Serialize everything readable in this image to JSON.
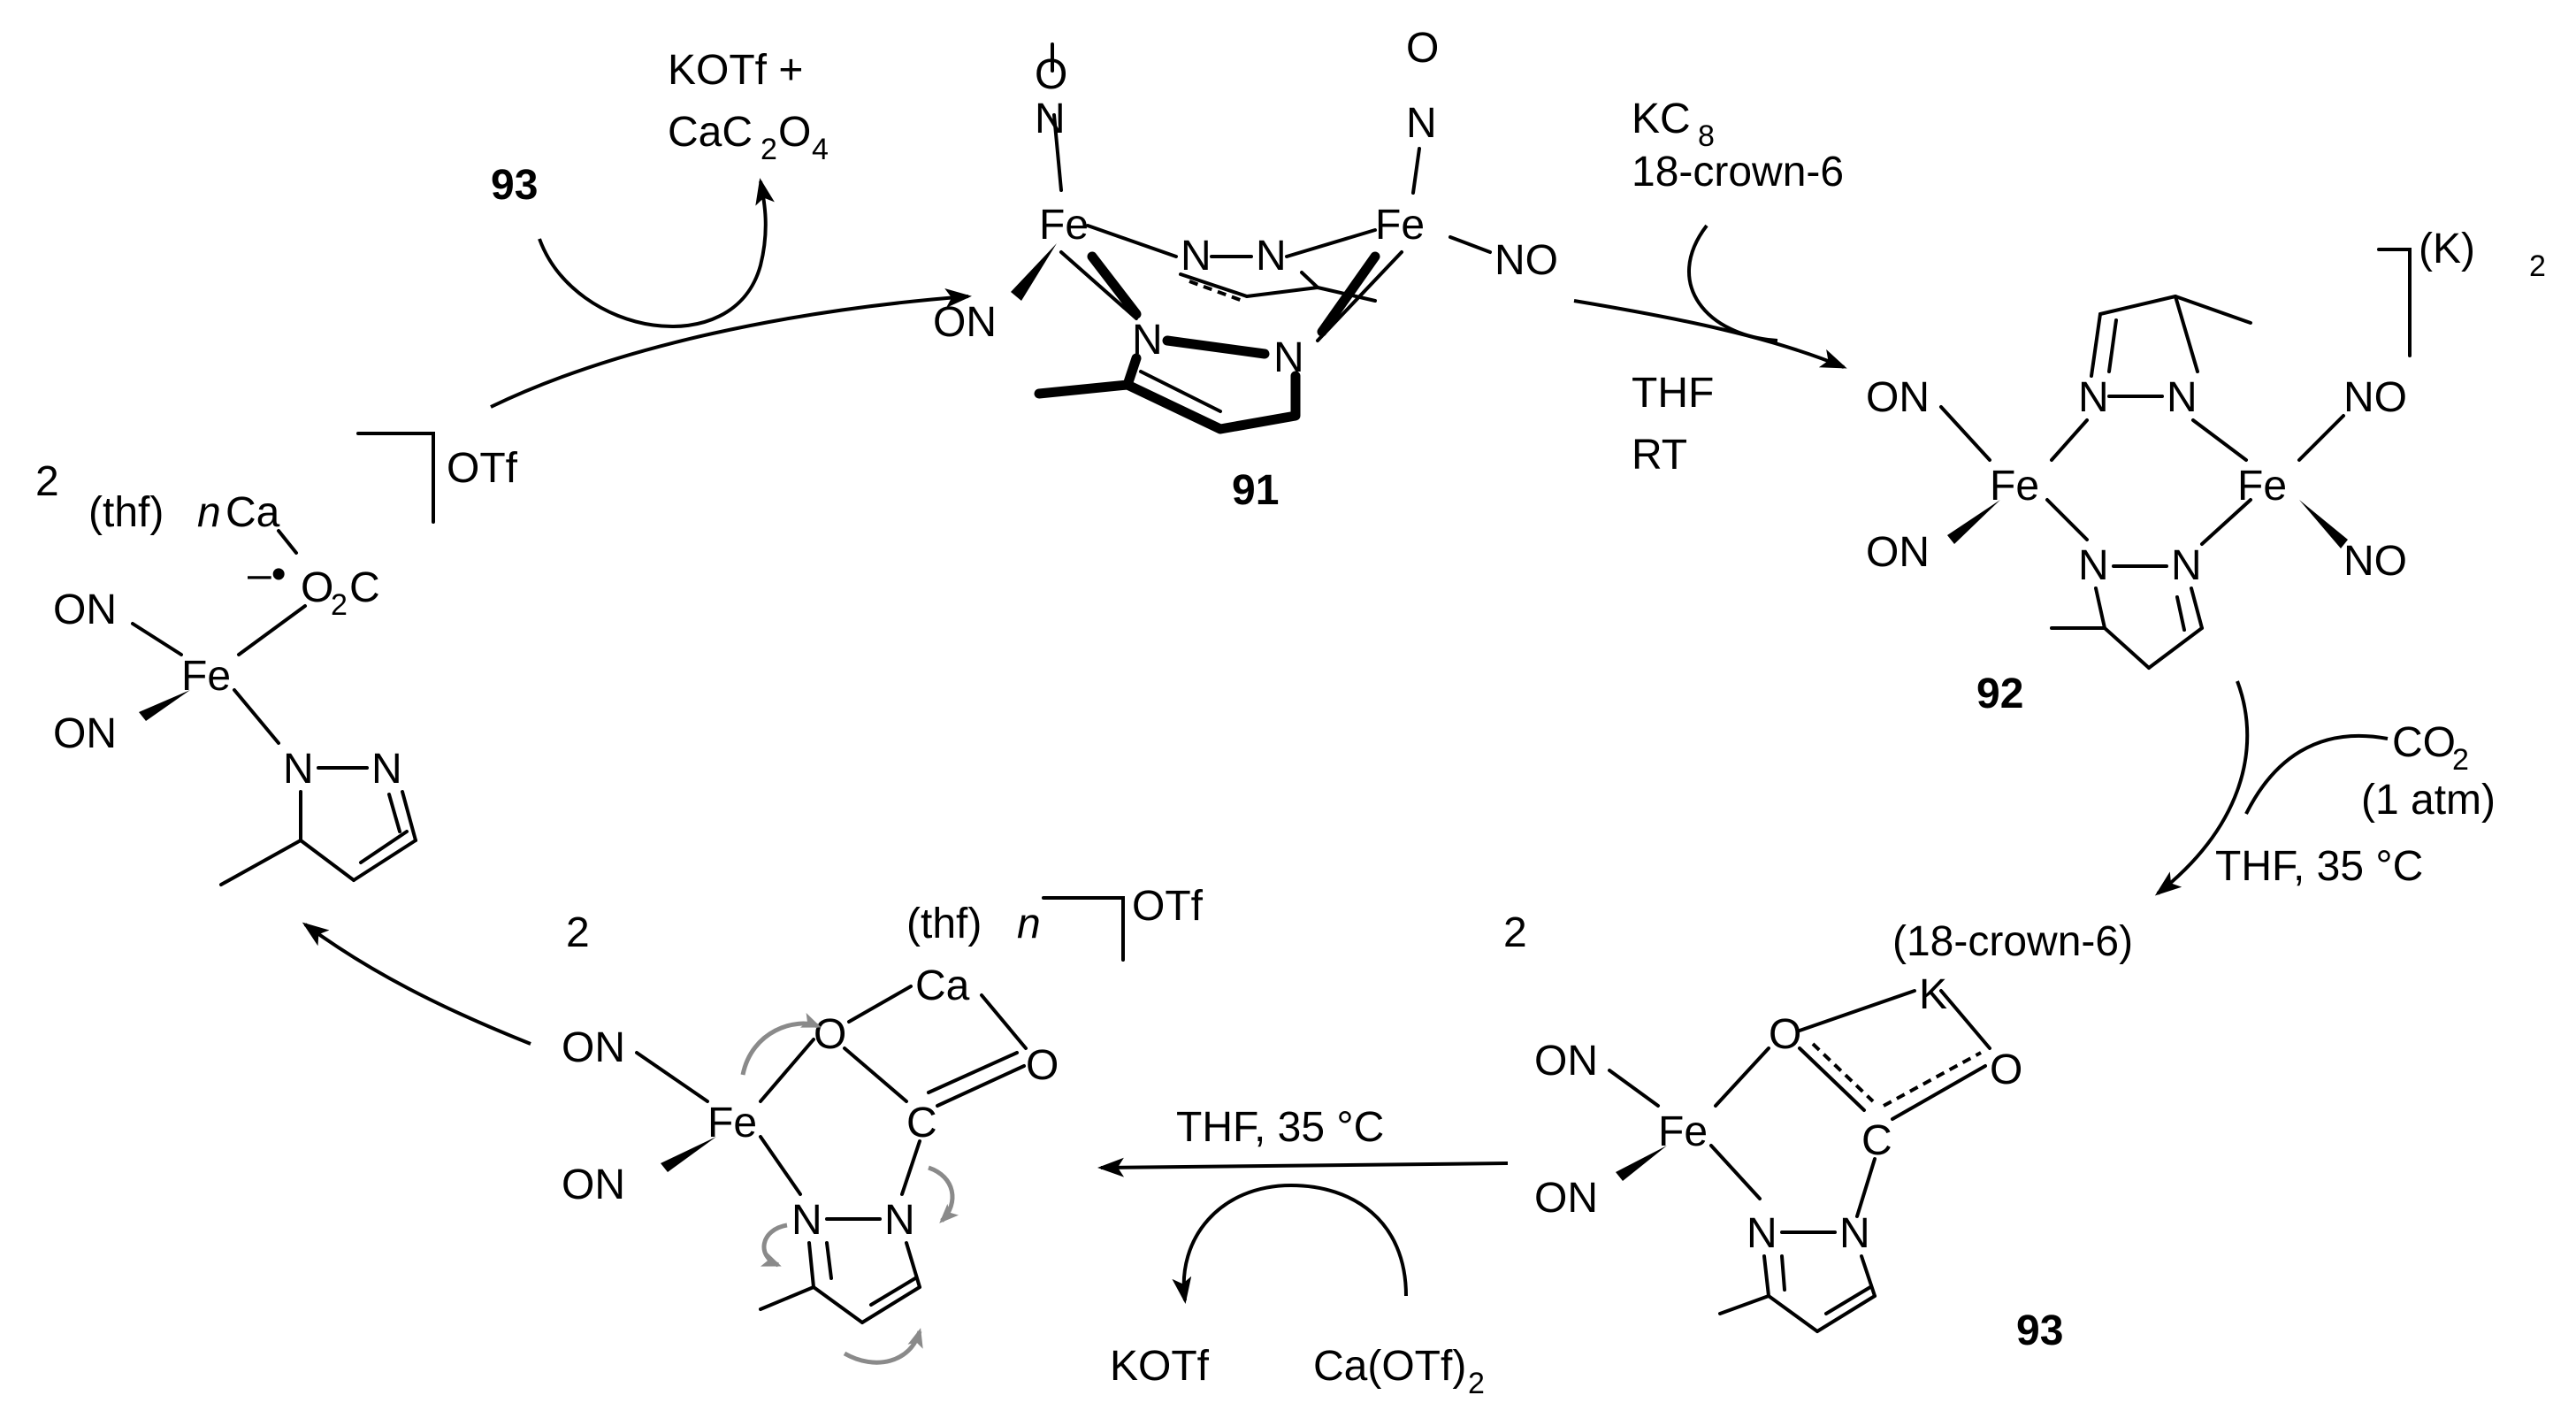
{
  "compounds": {
    "c91": {
      "number": "91",
      "top_ligand": "O",
      "top_n": "N",
      "fe_left": "Fe",
      "fe_right": "Fe",
      "on": "ON",
      "no": "NO",
      "n": "N"
    },
    "c92": {
      "number": "92",
      "charge": "(K)",
      "charge_sub": "2",
      "on": "ON",
      "no": "NO",
      "fe": "Fe",
      "n": "N"
    },
    "c93": {
      "number": "93",
      "crown": "(18-crown-6)",
      "k": "K",
      "o": "O",
      "c": "C",
      "fe": "Fe",
      "on": "ON",
      "n": "N",
      "coefficient": "2"
    },
    "ca_intermediate": {
      "coefficient": "2",
      "thf": "(thf)",
      "thf_n": "n",
      "ca": "Ca",
      "counterion": "OTf",
      "o": "O",
      "c": "C",
      "fe": "Fe",
      "on": "ON",
      "n": "N"
    },
    "radical_intermediate": {
      "coefficient": "2",
      "thf": "(thf)",
      "thf_n": "n",
      "ca": "Ca",
      "radical": "–•",
      "o2c_a": "O",
      "o2c_sub": "2",
      "o2c_b": "C",
      "counterion": "OTf",
      "fe": "Fe",
      "on": "ON",
      "n": "N"
    }
  },
  "reagents": {
    "r1_line1": "KC",
    "r1_line1_sub": "8",
    "r1_line2": "18-crown-6",
    "r1_cond1": "THF",
    "r1_cond2": "RT",
    "co2": "CO",
    "co2_sub": "2",
    "co2_pressure": "(1 atm)",
    "co2_cond": "THF, 35 °C",
    "ca_cond": "THF, 35 °C",
    "koTf_out": "KOTf",
    "ca_in": "Ca(OTf)",
    "ca_in_sub": "2",
    "top_in": "93",
    "top_out1": "KOTf +",
    "top_out2_a": "CaC",
    "top_out2_b": "O",
    "top_out_sub": "2",
    "top_out_sub2": "4"
  },
  "icons": [
    "curved-arrow",
    "reaction-arrow",
    "electron-push-arrow"
  ]
}
